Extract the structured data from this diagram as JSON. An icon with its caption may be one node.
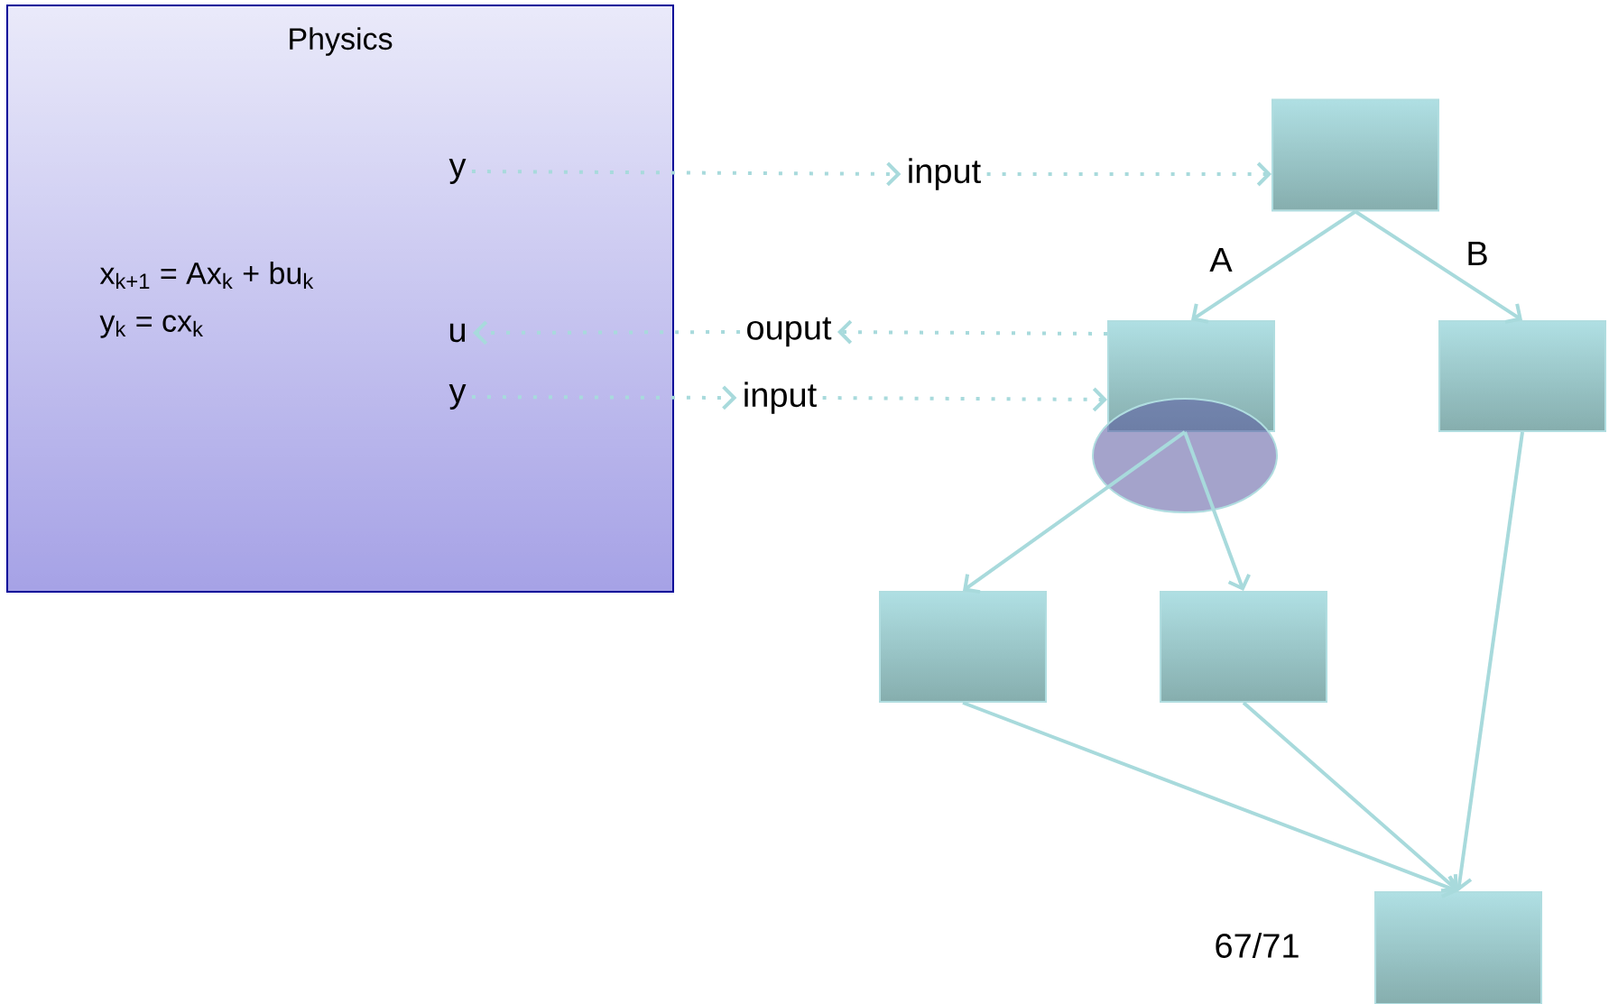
{
  "diagram": {
    "nodes": [
      {
        "text": [
          "Physics",
          "x$_{k+1}$ = Ax$_{k}$ + bu$_{k}$",
          "y$_{k}$ = cx$_{k}$"
        ]
      },
      {
        "text": [
          "y"
        ],
        "in": 0
      },
      {
        "text": [
          "u"
        ],
        "in": 0
      },
      {
        "text": [
          "y"
        ],
        "in": 0
      },
      {
        "text": [
          "input"
        ]
      },
      {
        "text": [
          "ouput"
        ]
      },
      {
        "text": [
          "input"
        ]
      },
      {
        "text": [],
        "shape": "box"
      },
      {
        "text": [],
        "shape": "box"
      },
      {
        "text": [],
        "shape": "box"
      },
      {
        "text": [],
        "shape": "ellipse"
      },
      {
        "text": [],
        "shape": "box"
      },
      {
        "text": [],
        "shape": "box"
      },
      {
        "text": [],
        "shape": "box"
      }
    ],
    "edges": [
      {
        "from": 1,
        "to": 4,
        "arrow": "to",
        "style": "dashed"
      },
      {
        "from": 4,
        "to": 7,
        "arrow": "to",
        "style": "dashed"
      },
      {
        "from": 8,
        "to": 5,
        "arrow": "to",
        "style": "dashed"
      },
      {
        "from": 5,
        "to": 2,
        "arrow": "to",
        "style": "dashed"
      },
      {
        "from": 3,
        "to": 6,
        "arrow": "to",
        "style": "dashed"
      },
      {
        "from": 6,
        "to": 8,
        "arrow": "to",
        "style": "dashed"
      },
      {
        "from": 7,
        "to": 8,
        "arrow": "to",
        "label": "A"
      },
      {
        "from": 7,
        "to": 9,
        "arrow": "to",
        "label": "B"
      },
      {
        "from": 10,
        "to": 11,
        "arrow": "to"
      },
      {
        "from": 10,
        "to": 12,
        "arrow": "to"
      },
      {
        "from": 11,
        "to": 13,
        "arrow": "to"
      },
      {
        "from": 12,
        "to": 13,
        "arrow": "to"
      },
      {
        "from": 9,
        "to": 13,
        "arrow": "to"
      }
    ],
    "labels": [
      "67/71"
    ]
  }
}
